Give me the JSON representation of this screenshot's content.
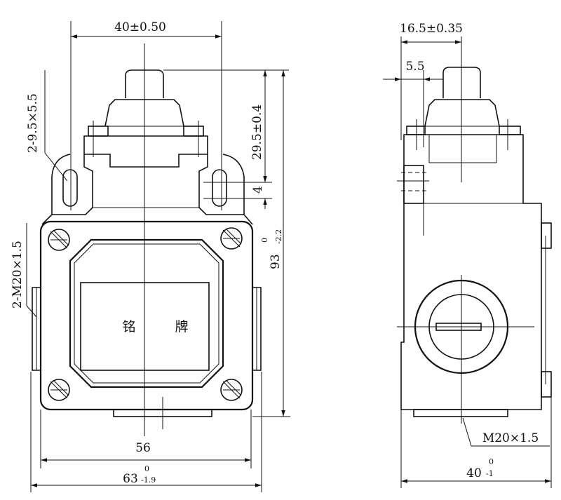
{
  "front_view": {
    "dim_top_width": "40±0.50",
    "dim_slot": "2-9.5×5.5",
    "dim_plunger_height": "29.5±0.4",
    "dim_slot_height": "4",
    "dim_height_base": "93",
    "dim_height_tol": "-2.2",
    "dim_height_tol_upper": "0",
    "dim_thread": "2-M20×1.5",
    "plate_char_1": "铭",
    "plate_char_2": "牌",
    "dim_inner_width": "56",
    "dim_outer_width_base": "63",
    "dim_outer_width_tol": "-1.9",
    "dim_outer_width_tol_upper": "0"
  },
  "side_view": {
    "dim_offset": "16.5±0.35",
    "dim_small": "5.5",
    "dim_thread": "M20×1.5",
    "dim_depth_base": "40",
    "dim_depth_tol": "-1",
    "dim_depth_tol_upper": "0"
  }
}
